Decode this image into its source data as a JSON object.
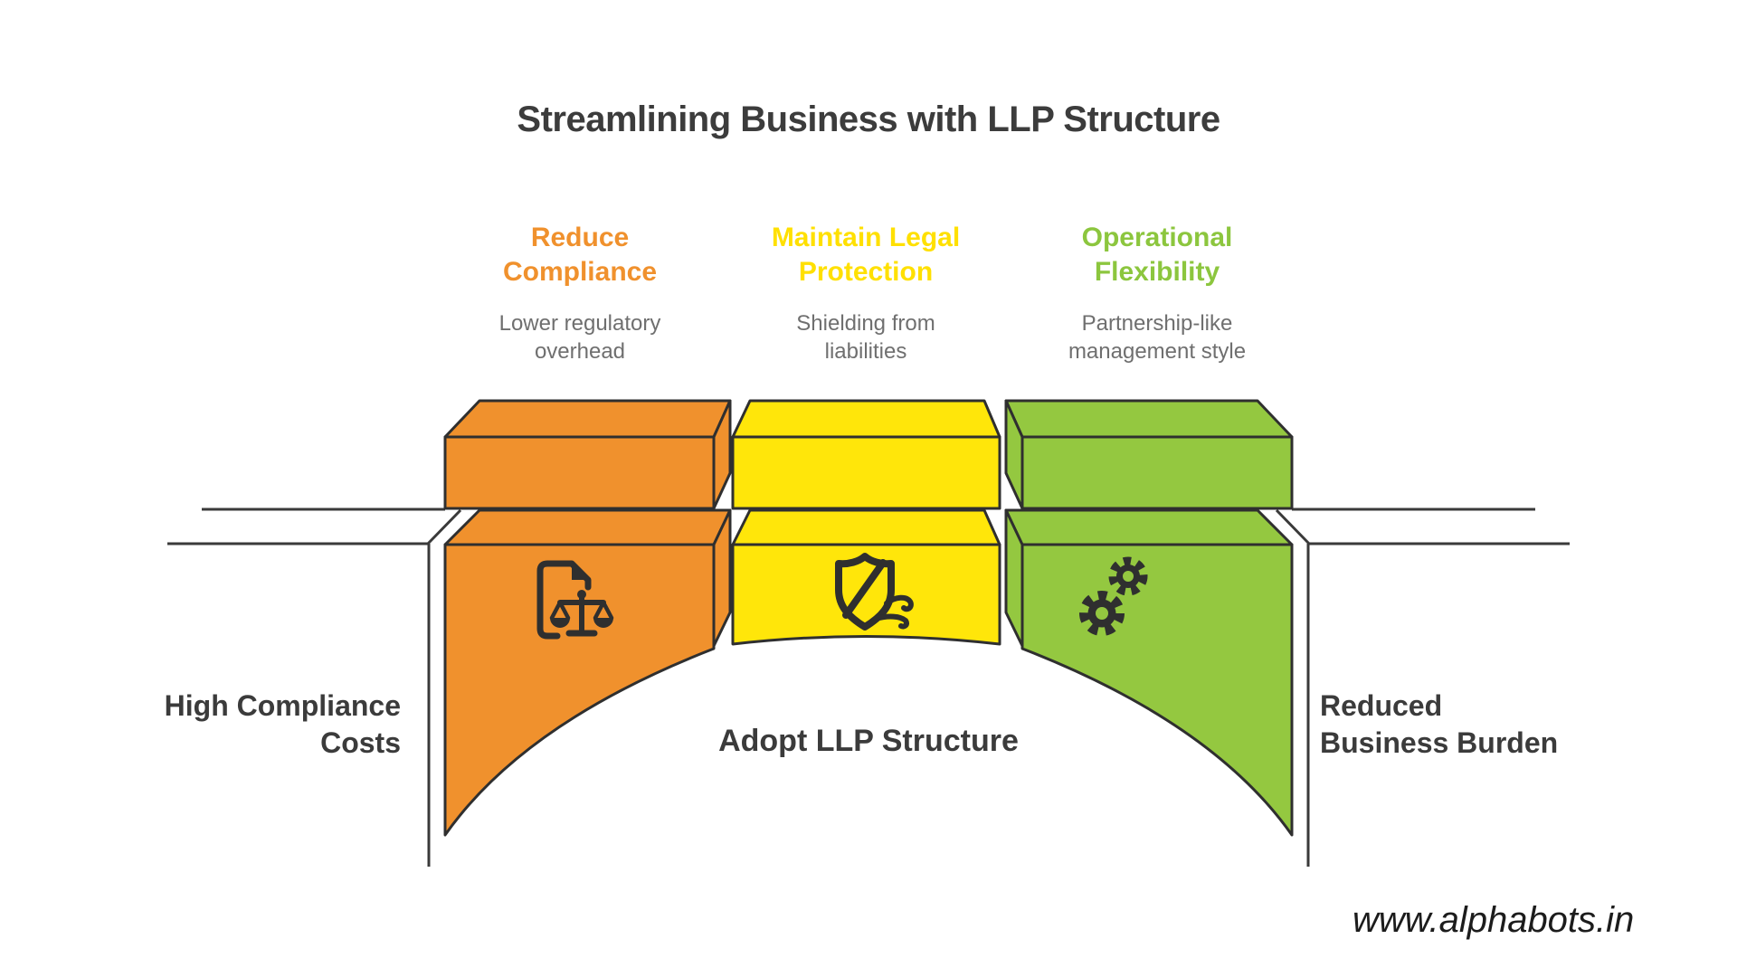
{
  "title": "Streamlining Business with LLP Structure",
  "columns": [
    {
      "id": "reduce-compliance",
      "header": "Reduce\nCompliance",
      "subtitle": "Lower regulatory\noverhead",
      "color": "#f0912d",
      "icon": "document-scales-icon"
    },
    {
      "id": "maintain-legal-protection",
      "header": "Maintain Legal\nProtection",
      "subtitle": "Shielding from\nliabilities",
      "color": "#ffe60a",
      "icon": "shield-slash-wind-icon"
    },
    {
      "id": "operational-flexibility",
      "header": "Operational\nFlexibility",
      "subtitle": "Partnership-like\nmanagement style",
      "color": "#94c840",
      "icon": "gears-icon"
    }
  ],
  "left_label": "High Compliance\nCosts",
  "center_label": "Adopt LLP Structure",
  "right_label": "Reduced\nBusiness Burden",
  "watermark": "www.alphabots.in",
  "colors": {
    "orange": "#f0912d",
    "yellow": "#ffe60a",
    "green": "#94c840",
    "outline": "#2f2f2f",
    "ground_line": "#3a3a3a",
    "heading_text": "#3c3c3c",
    "subtitle_text": "#6f6f6f",
    "watermark_text": "#1c1c1c"
  }
}
